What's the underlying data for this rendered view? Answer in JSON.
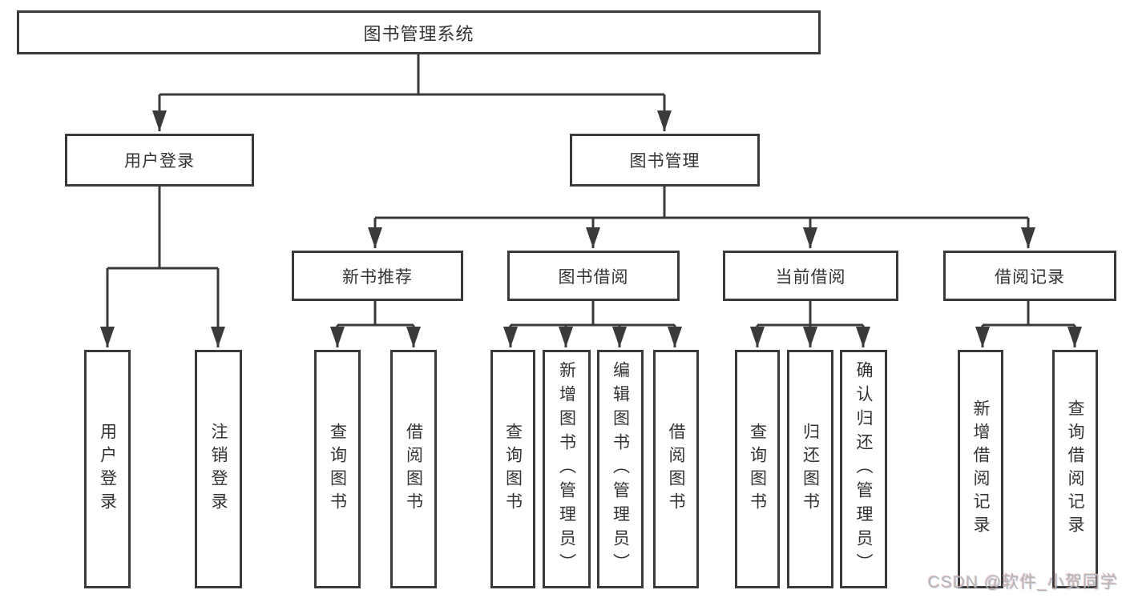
{
  "diagram": {
    "title": "图书管理系统",
    "type": "hierarchy-tree",
    "colors": {
      "line": "#3a3a3a",
      "text": "#333333",
      "box_background": "#ffffff",
      "watermark": "#b5b5b5"
    },
    "tree": {
      "label": "图书管理系统",
      "children": [
        {
          "label": "用户登录",
          "children": [
            {
              "label": "用户登录"
            },
            {
              "label": "注销登录"
            }
          ]
        },
        {
          "label": "图书管理",
          "children": [
            {
              "label": "新书推荐",
              "children": [
                {
                  "label": "查询图书"
                },
                {
                  "label": "借阅图书"
                }
              ]
            },
            {
              "label": "图书借阅",
              "children": [
                {
                  "label": "查询图书"
                },
                {
                  "label": "新增图书（管理员）"
                },
                {
                  "label": "编辑图书（管理员）"
                },
                {
                  "label": "借阅图书"
                }
              ]
            },
            {
              "label": "当前借阅",
              "children": [
                {
                  "label": "查询图书"
                },
                {
                  "label": "归还图书"
                },
                {
                  "label": "确认归还（管理员）"
                }
              ]
            },
            {
              "label": "借阅记录",
              "children": [
                {
                  "label": "新增借阅记录"
                },
                {
                  "label": "查询借阅记录"
                }
              ]
            }
          ]
        }
      ]
    },
    "watermark": {
      "text": "CSDN @软件_小贺同学"
    }
  }
}
